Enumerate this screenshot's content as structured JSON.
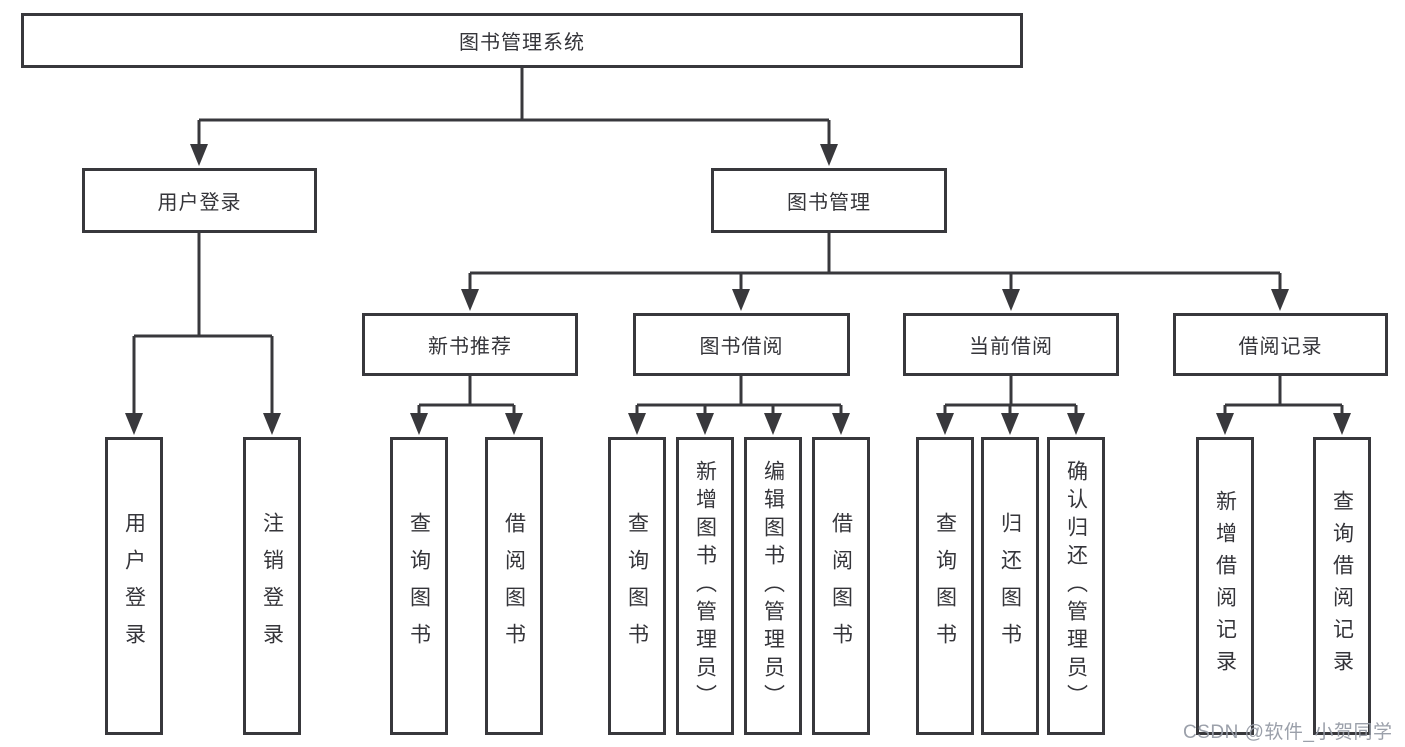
{
  "tree": {
    "root": {
      "label": "图书管理系统"
    },
    "branches": [
      {
        "label": "用户登录",
        "children": [
          {
            "label": "用户登录"
          },
          {
            "label": "注销登录"
          }
        ]
      },
      {
        "label": "图书管理",
        "groups": [
          {
            "label": "新书推荐",
            "children": [
              {
                "label": "查询图书"
              },
              {
                "label": "借阅图书"
              }
            ]
          },
          {
            "label": "图书借阅",
            "children": [
              {
                "label": "查询图书"
              },
              {
                "label": "新增图书（管理员）"
              },
              {
                "label": "编辑图书（管理员）"
              },
              {
                "label": "借阅图书"
              }
            ]
          },
          {
            "label": "当前借阅",
            "children": [
              {
                "label": "查询图书"
              },
              {
                "label": "归还图书"
              },
              {
                "label": "确认归还（管理员）"
              }
            ]
          },
          {
            "label": "借阅记录",
            "children": [
              {
                "label": "新增借阅记录"
              },
              {
                "label": "查询借阅记录"
              }
            ]
          }
        ]
      }
    ]
  },
  "colors": {
    "line": "#38383c",
    "text": "#35353a",
    "watermark": "#969ba5"
  },
  "watermark": {
    "text": "CSDN @软件_小贺同学"
  }
}
